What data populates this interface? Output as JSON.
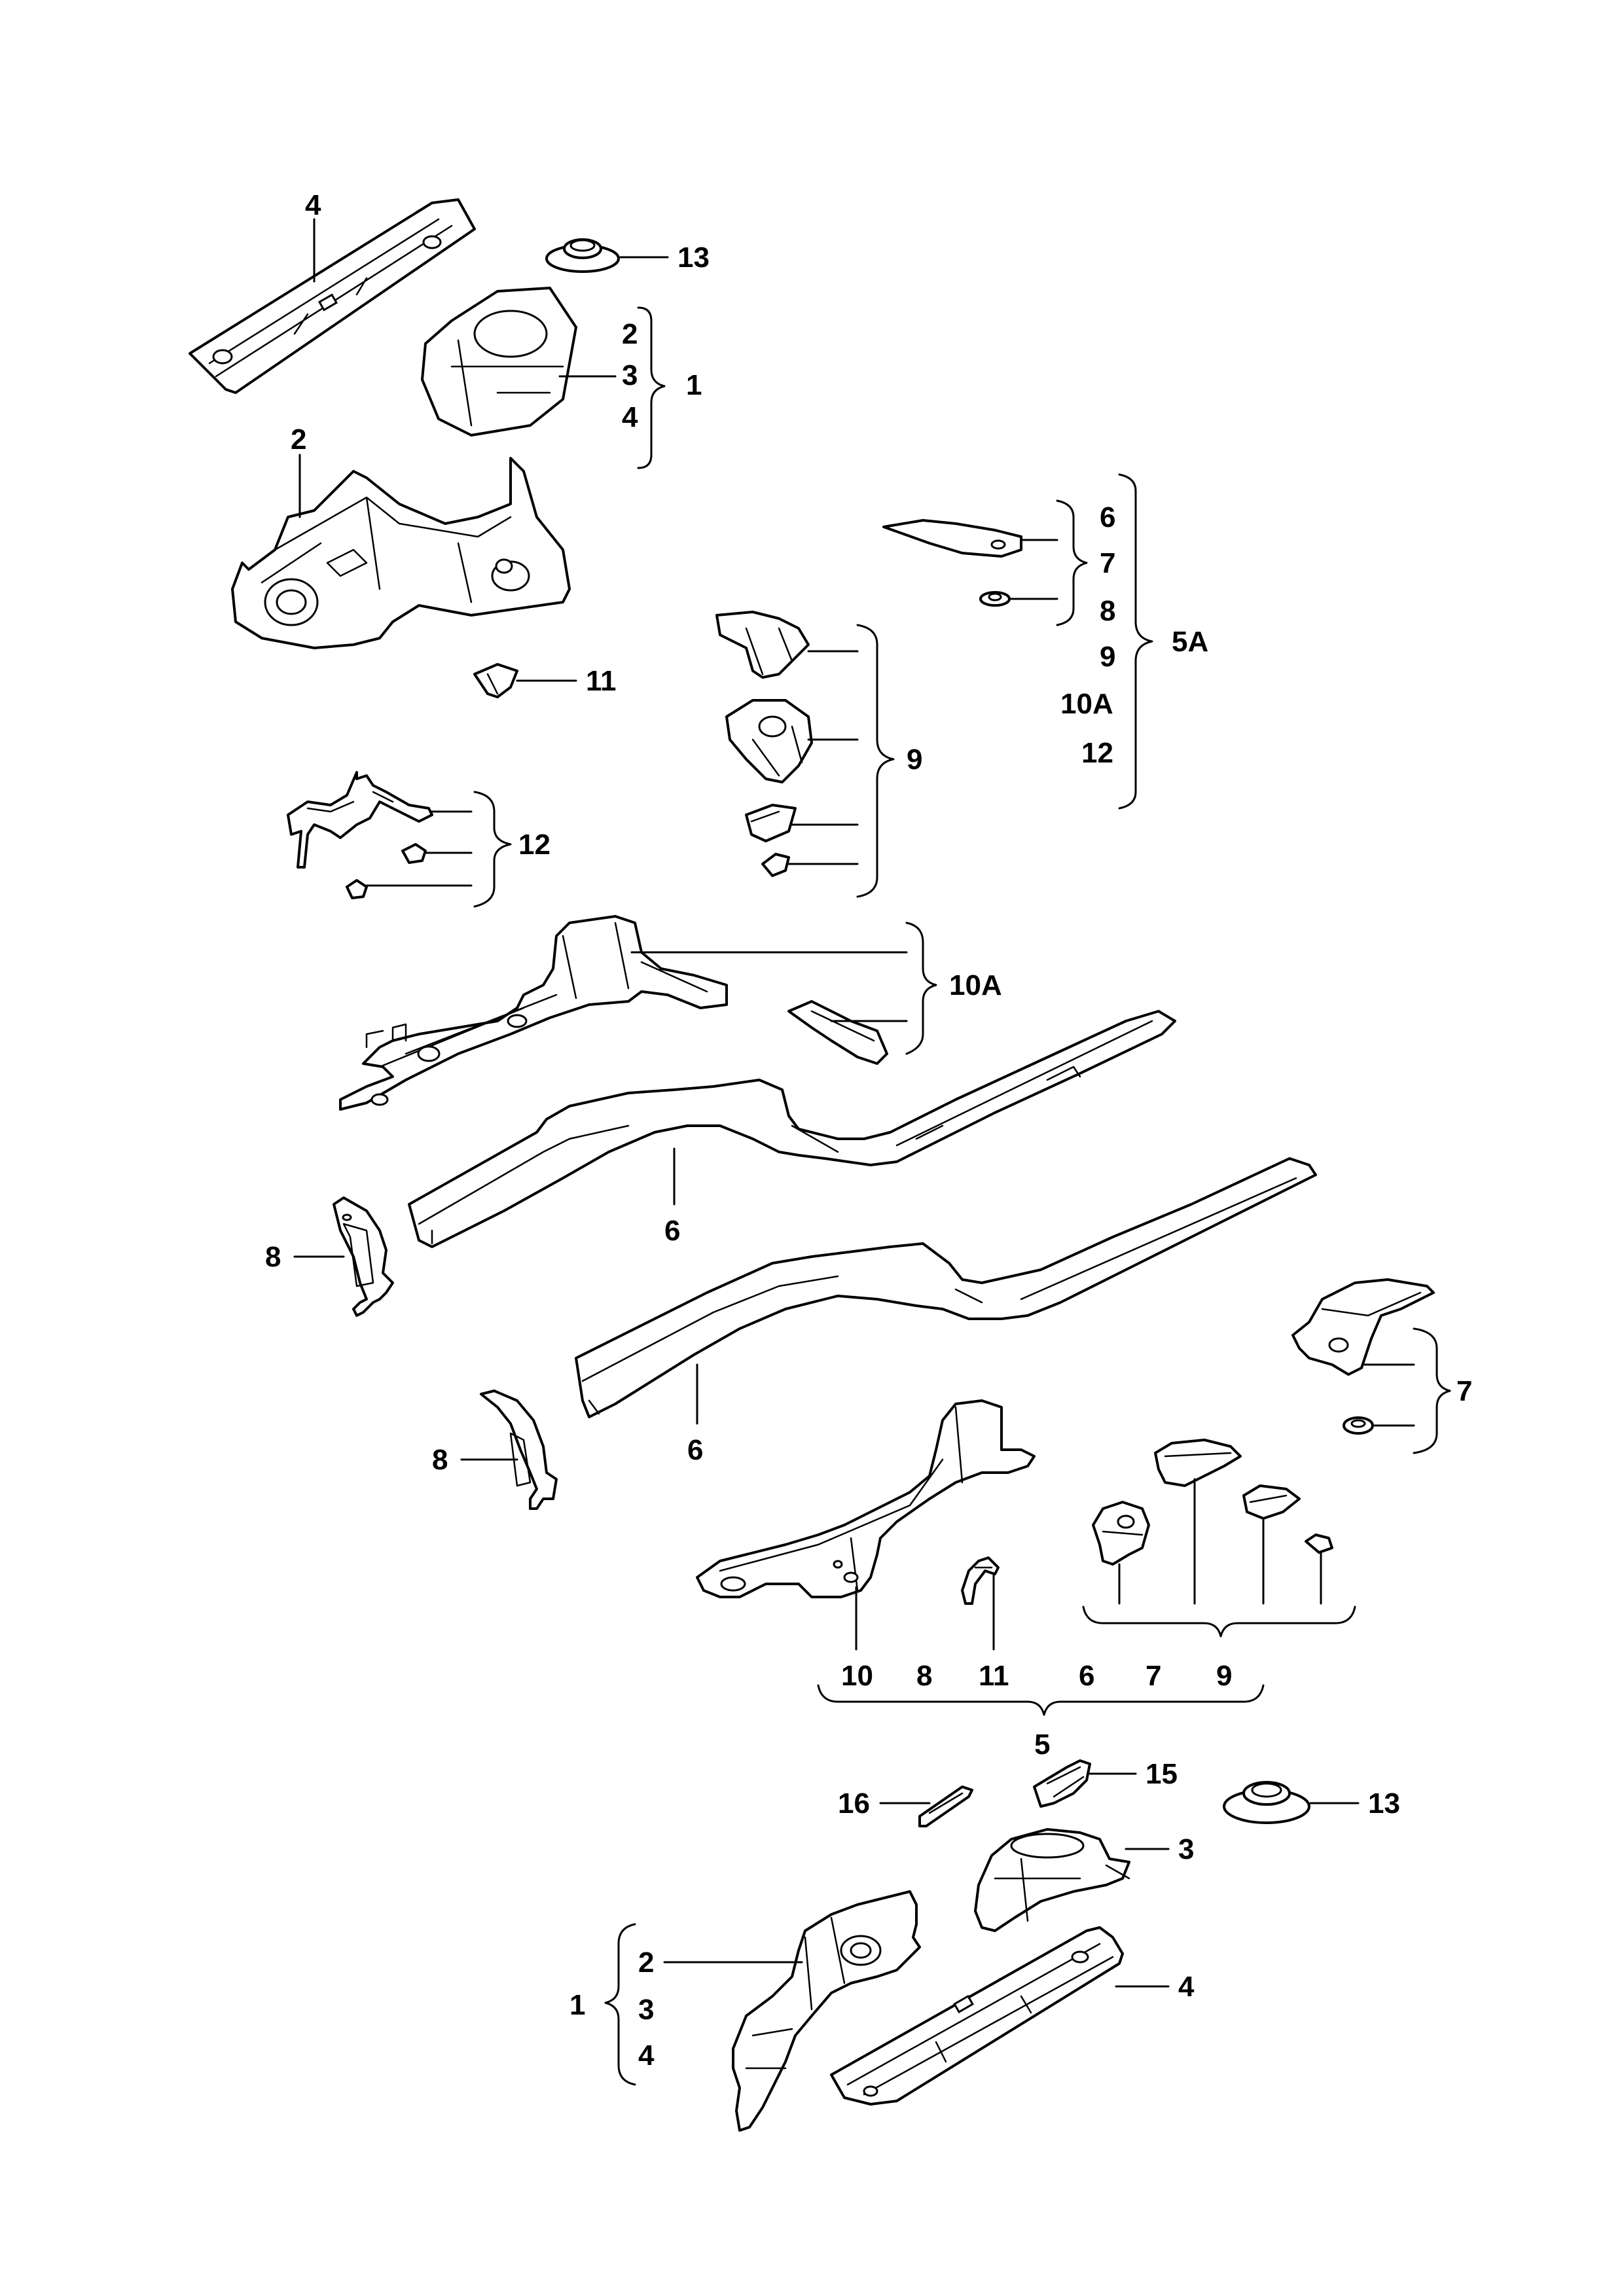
{
  "callouts": {
    "p4_top": "4",
    "p13_top": "13",
    "g1_top_2": "2",
    "g1_top_3": "3",
    "g1_top_4": "4",
    "g1_top_1": "1",
    "p2_top": "2",
    "g5a_6": "6",
    "g5a_7": "7",
    "g5a_8": "8",
    "g5a_9": "9",
    "g5a_10a": "10A",
    "g5a_12": "12",
    "g5a_5a": "5A",
    "p11_top": "11",
    "g9_top": "9",
    "g12": "12",
    "g10a": "10A",
    "p6_a": "6",
    "p8_a": "8",
    "p6_b": "6",
    "p8_b": "8",
    "g7_right": "7",
    "b5_10": "10",
    "b5_8": "8",
    "b5_11": "11",
    "b5_6": "6",
    "b5_7": "7",
    "b5_9": "9",
    "b5_5": "5",
    "p16": "16",
    "p15": "15",
    "p13_bottom": "13",
    "p3_bottom": "3",
    "g1_bottom_2": "2",
    "g1_bottom_1": "1",
    "g1_bottom_3": "3",
    "g1_bottom_4": "4",
    "p4_bottom": "4"
  }
}
